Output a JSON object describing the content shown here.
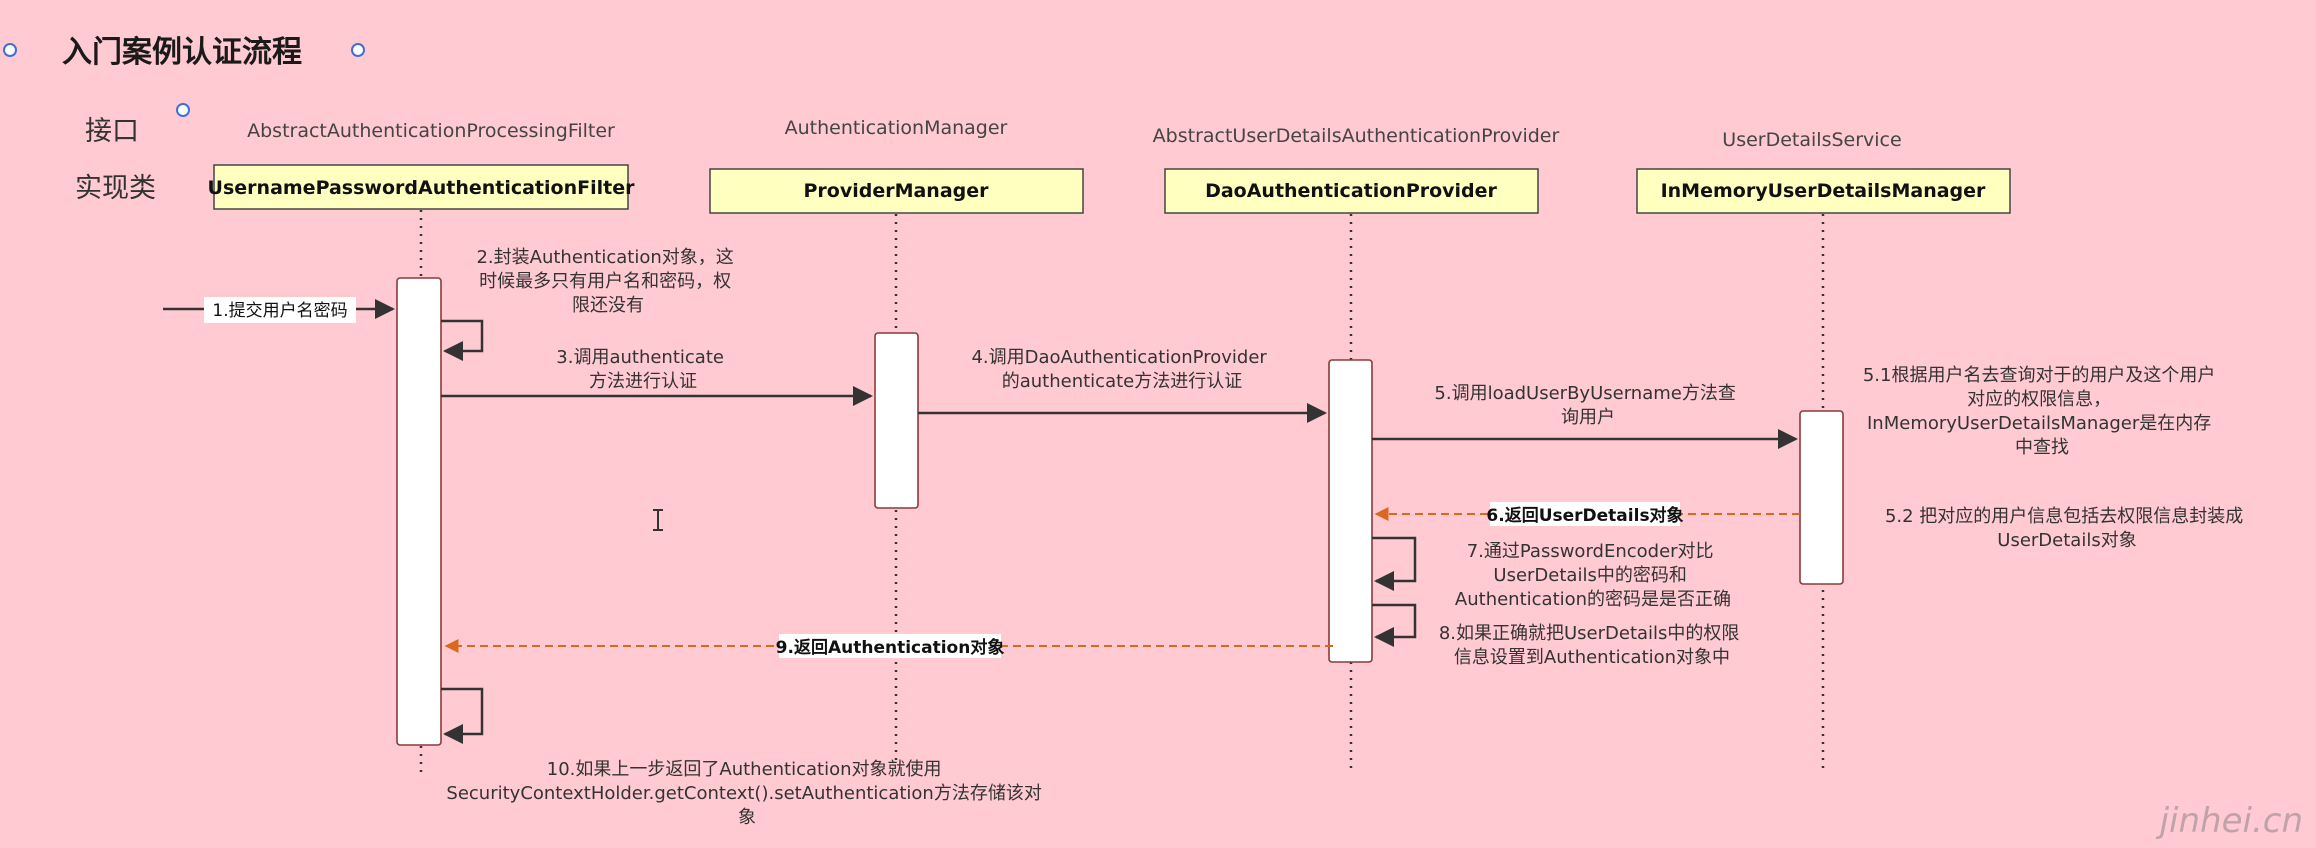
{
  "title": "入门案例认证流程",
  "row_labels": {
    "interface": "接口",
    "impl": "实现类"
  },
  "lanes": [
    {
      "interface": "AbstractAuthenticationProcessingFilter",
      "impl": "UsernamePasswordAuthenticationFilter"
    },
    {
      "interface": "AuthenticationManager",
      "impl": "ProviderManager"
    },
    {
      "interface": "AbstractUserDetailsAuthenticationProvider",
      "impl": "DaoAuthenticationProvider"
    },
    {
      "interface": "UserDetailsService",
      "impl": "InMemoryUserDetailsManager"
    }
  ],
  "messages": {
    "m1": "1.提交用户名密码",
    "m2": [
      "2.封装Authentication对象，这",
      "时候最多只有用户名和密码，权",
      "限还没有"
    ],
    "m3": [
      "3.调用authenticate",
      "方法进行认证"
    ],
    "m4": [
      "4.调用DaoAuthenticationProvider",
      "的authenticate方法进行认证"
    ],
    "m5": [
      "5.调用loadUserByUsername方法查",
      "询用户"
    ],
    "m51": [
      "5.1根据用户名去查询对于的用户及这个用户",
      "对应的权限信息，",
      "InMemoryUserDetailsManager是在内存",
      "中查找"
    ],
    "m52": [
      "5.2 把对应的用户信息包括去权限信息封装成",
      "UserDetails对象"
    ],
    "m6": "6.返回UserDetails对象",
    "m7": [
      "7.通过PasswordEncoder对比",
      "UserDetails中的密码和",
      "Authentication的密码是是否正确"
    ],
    "m8": [
      "8.如果正确就把UserDetails中的权限",
      "信息设置到Authentication对象中"
    ],
    "m9": "9.返回Authentication对象",
    "m10": [
      "10.如果上一步返回了Authentication对象就使用",
      "SecurityContextHolder.getContext().setAuthentication方法存储该对",
      "象"
    ]
  },
  "watermark": "jinhei.cn"
}
